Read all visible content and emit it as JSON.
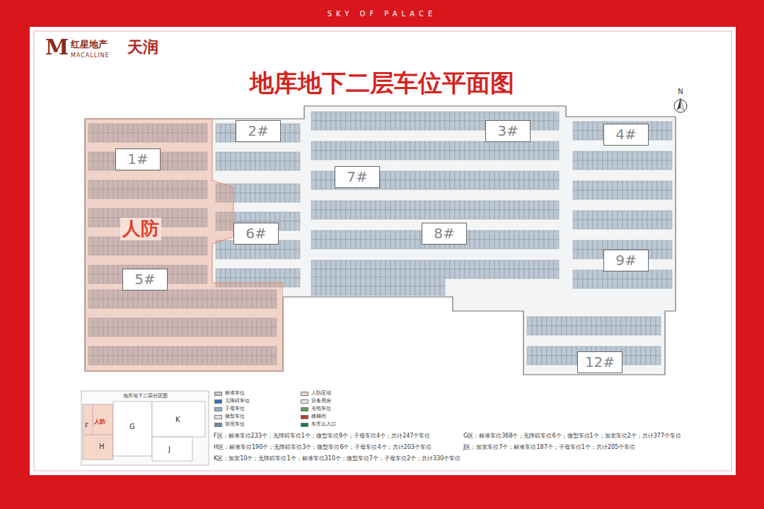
{
  "diagram": {
    "title": "地库地下二层车位平面图",
    "nodes": [
      {
        "text": [
          "人防"
        ]
      },
      {
        "text": [
          "1#"
        ],
        "in": 0
      },
      {
        "text": [
          "5#"
        ],
        "in": 0
      },
      {
        "text": [
          "2#"
        ]
      },
      {
        "text": [
          "6#"
        ]
      },
      {
        "text": [
          "7#"
        ]
      },
      {
        "text": [
          "3#"
        ]
      },
      {
        "text": [
          "8#"
        ]
      },
      {
        "text": [
          "4#"
        ]
      },
      {
        "text": [
          "9#"
        ]
      },
      {
        "text": [
          "12#"
        ]
      }
    ],
    "labels": [
      "SKY OF PALACE",
      "M",
      "红星地产",
      "MACALLINE",
      "天润",
      "N",
      "地库地下二层分区图",
      "F",
      "人防",
      "H",
      "G",
      "K",
      "J",
      "F区：标准车位233个；无障碍车位1个；微型车位9个；子母车位4个；共计247个车位",
      "G区：标准车位368个；无障碍车位6个；微型车位1个；加宽车位2个；共计377个车位",
      "H区：标准车位190个；无障碍车位3个；微型车位6个；子母车位4个；共计203个车位",
      "J区：加宽车位7个；标准车位187个；子母车位1个；共计205个车位",
      "K区：加宽10个；无障碍车位1个；标准车位310个；微型车位7个；子母车位2个；共计330个车位"
    ],
    "legend": [
      {
        "text": "标准车位",
        "color": "#bcc8d3"
      },
      {
        "text": "无障碍车位",
        "color": "#3b6fb6"
      },
      {
        "text": "子母车位",
        "color": "#8fb1d6"
      },
      {
        "text": "微型车位",
        "color": "#dde3ea"
      },
      {
        "text": "加宽车位",
        "color": "#6c8aa8"
      },
      {
        "text": "人防区域",
        "color": "#f4d3c4"
      },
      {
        "text": "设备用房",
        "color": "#e6e6e6"
      },
      {
        "text": "充电车位",
        "color": "#5aa05a"
      },
      {
        "text": "楼梯间",
        "color": "#c0392b"
      },
      {
        "text": "车库出入口",
        "color": "#1f7a4d"
      }
    ]
  }
}
